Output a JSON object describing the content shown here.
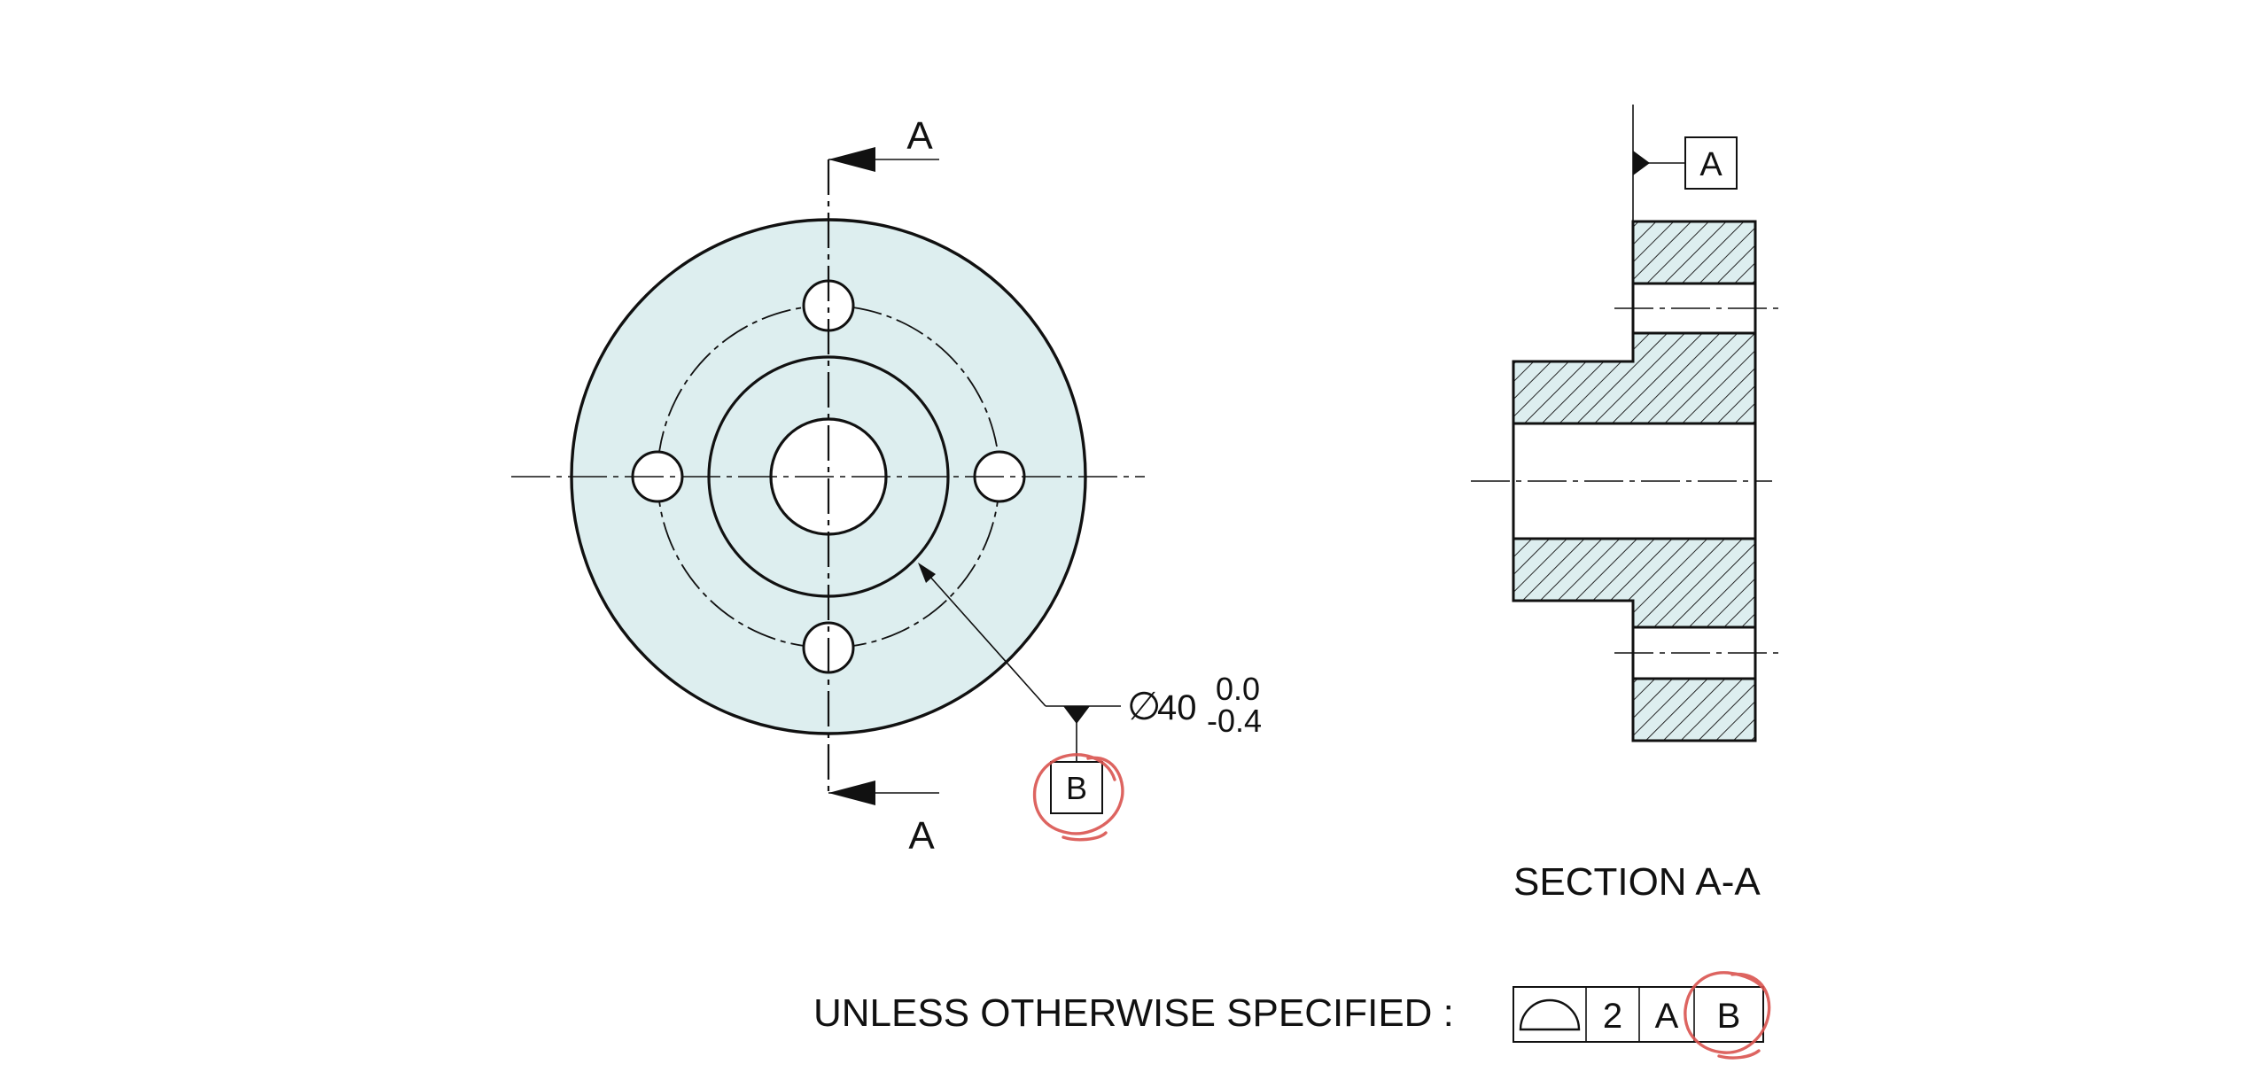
{
  "section_label_top": "A",
  "section_label_bottom": "A",
  "datum_a_label": "A",
  "datum_b_label": "B",
  "dimension": {
    "symbol": "∅",
    "value": "40",
    "upper_tol": "0.0",
    "lower_tol": "-0.4"
  },
  "section_title": "SECTION A-A",
  "note": {
    "text": "UNLESS OTHERWISE SPECIFIED :",
    "profile_symbol": "profile-of-a-surface-icon",
    "tolerance": "2",
    "primary_datum": "A",
    "secondary_datum": "B"
  },
  "colors": {
    "fill": "#ddeeef",
    "line": "#111111",
    "highlight": "#d9534f"
  }
}
